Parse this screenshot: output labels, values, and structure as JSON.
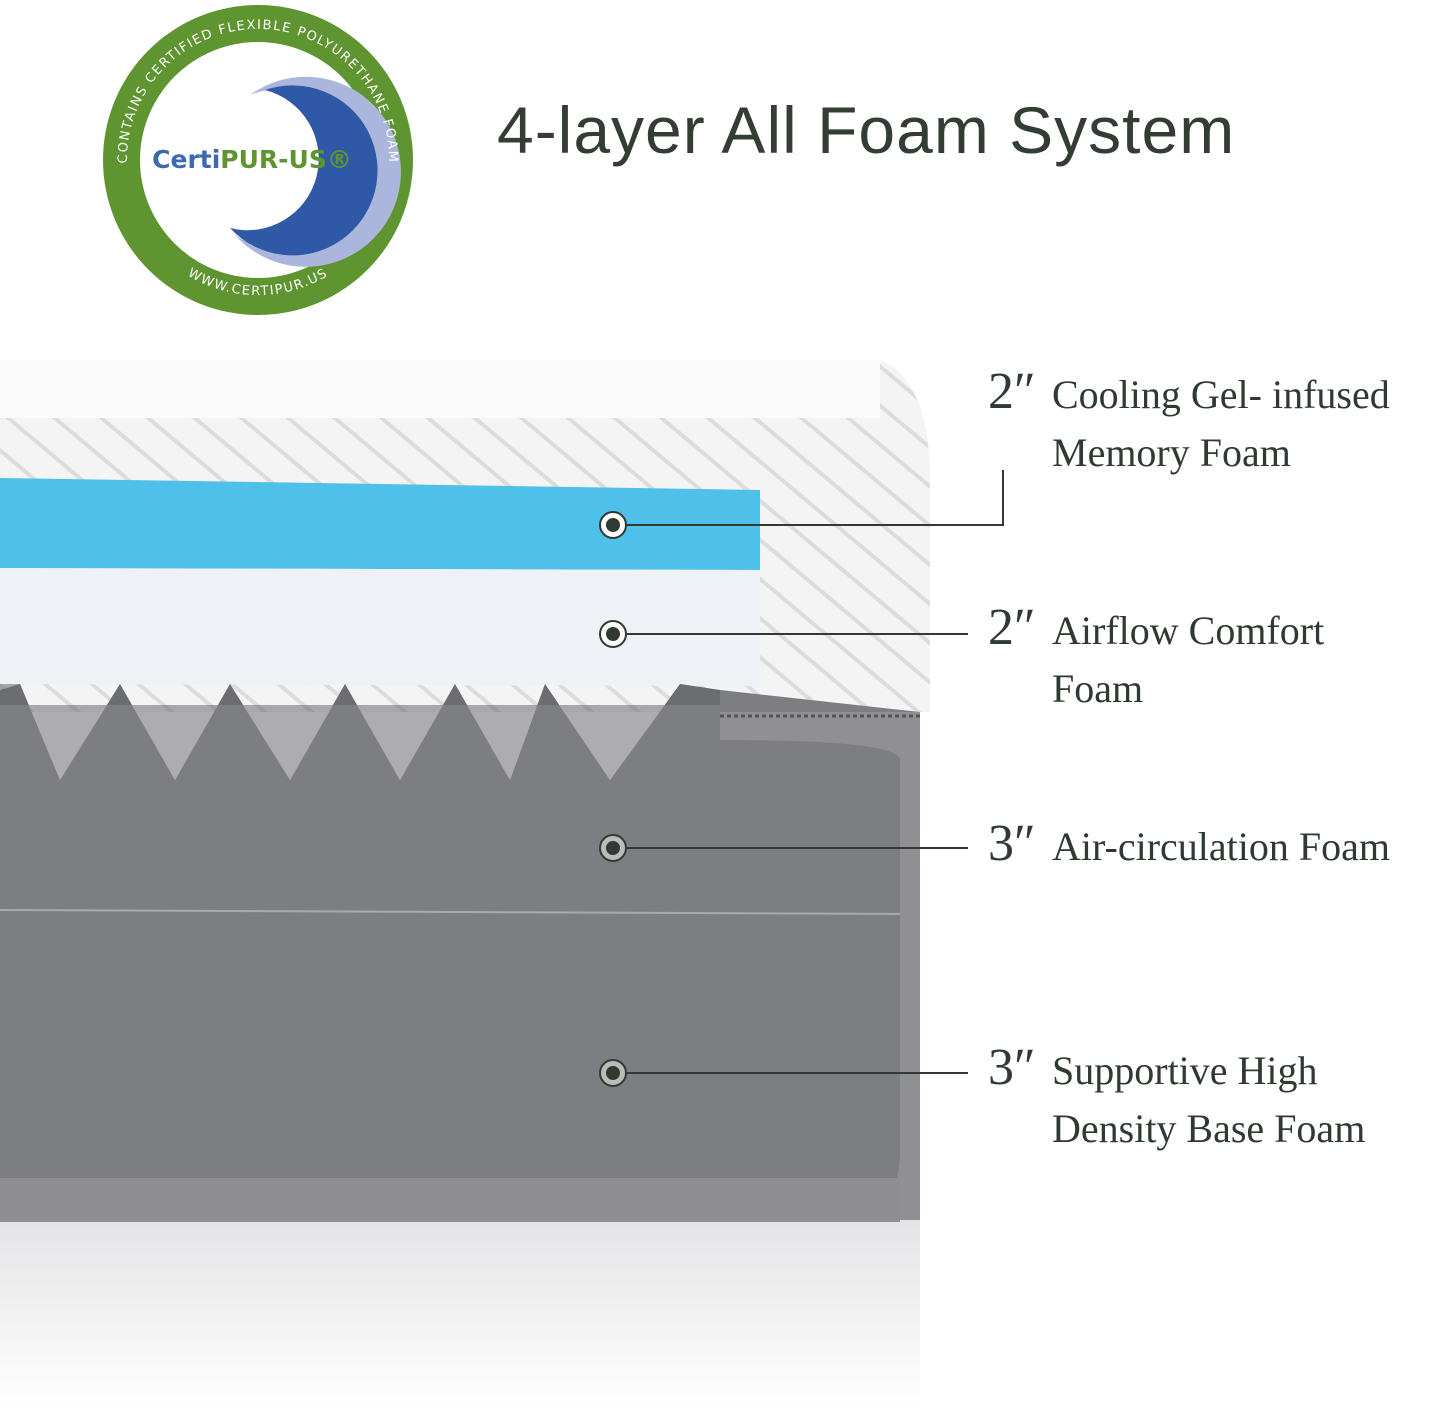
{
  "logo": {
    "brand": "CertiPUR-US",
    "brand_prefix": "Certi",
    "brand_suffix": "PUR-US",
    "ring_text_top": "CONTAINS CERTIFIED FLEXIBLE POLYURETHANE FOAM",
    "ring_text_bottom": "WWW.CERTIPUR.US",
    "colors": {
      "ring": "#5e9530",
      "blue": "#3d68b2",
      "green": "#5e9530"
    }
  },
  "title": "4-layer All Foam System",
  "layers": [
    {
      "thickness": "2″",
      "line1": "Cooling Gel- infused",
      "line2": "Memory Foam"
    },
    {
      "thickness": "2″",
      "line1": "Airflow Comfort",
      "line2": "Foam"
    },
    {
      "thickness": "3″",
      "line1": "Air-circulation Foam",
      "line2": ""
    },
    {
      "thickness": "3″",
      "line1": "Supportive High",
      "line2": "Density Base Foam"
    }
  ],
  "colors": {
    "text": "#2f3a30",
    "gel": "#4fc0ea",
    "foam_grey": "#7d7e82",
    "fabric": "#8e8e92"
  }
}
